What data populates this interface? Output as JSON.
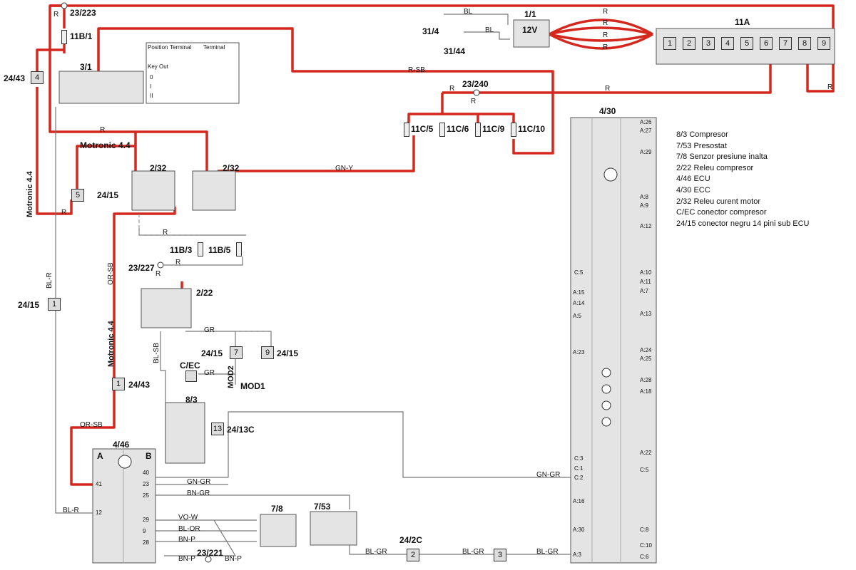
{
  "colors": {
    "wire_red": "#d4281e",
    "wire_gray": "#8a8a8a",
    "panel": "#e4e4e4"
  },
  "components": {
    "c_23_223": "23/223",
    "c_11b1": "11B/1",
    "c_3_1": "3/1",
    "c_24_43_top": "24/43",
    "c_24_43_pin": "4",
    "c_1_1": "1/1",
    "c_12v": "12V",
    "c_31_4": "31/4",
    "c_31_44": "31/44",
    "c_11a": "11A",
    "c_23_240": "23/240",
    "c_11c5": "11C/5",
    "c_11c6": "11C/6",
    "c_11c9": "11C/9",
    "c_11c10": "11C/10",
    "c_4_30": "4/30",
    "c_motronic_h": "Motronic 4.4",
    "c_2_32a": "2/32",
    "c_2_32b": "2/32",
    "c_24_15_mid": "24/15",
    "c_24_15_mid_pin": "5",
    "c_11b3": "11B/3",
    "c_11b5": "11B/5",
    "c_23_227": "23/227",
    "c_2_22": "2/22",
    "c_24_15_left": "24/15",
    "c_24_15_left_pin": "1",
    "c_24_15_a": "24/15",
    "c_24_15_a_pin": "7",
    "c_24_15_b": "24/15",
    "c_24_15_b_pin": "9",
    "c_cec": "C/EC",
    "c_mod2": "MOD2",
    "c_mod1": "MOD1",
    "c_24_43_low": "24/43",
    "c_24_43_low_pin": "1",
    "c_8_3": "8/3",
    "c_24_13c": "24/13C",
    "c_24_13c_pin": "13",
    "c_4_46": "4/46",
    "c_4_46_a": "A",
    "c_4_46_b": "B",
    "c_7_8": "7/8",
    "c_7_53": "7/53",
    "c_24_2c": "24/2C",
    "c_24_2c_pin": "2",
    "c_conn3": "3",
    "c_23_221": "23/221",
    "motronic_v1": "Motronic 4.4",
    "motronic_v2": "Motronic 4.4"
  },
  "wire_labels": {
    "r1": "R",
    "r2": "R",
    "r3": "R",
    "r4": "R",
    "r5": "R",
    "r6": "R",
    "r7": "R",
    "r8": "R",
    "r9": "R",
    "r10": "R",
    "r11": "R",
    "r12": "R",
    "r13": "R",
    "r14": "R",
    "bl1": "BL",
    "bl2": "BL",
    "rsb": "R-SB",
    "gny": "GN-Y",
    "blr_v": "BL-R",
    "orsb_v": "OR-SB",
    "orsb_h": "OR-SB",
    "gr1": "GR",
    "gr2": "GR",
    "blsb": "BL-SB",
    "gngr1": "GN-GR",
    "gngr2": "GN-GR",
    "bngr": "BN-GR",
    "blr_h": "BL-R",
    "vow": "VO-W",
    "blor": "BL-OR",
    "bnp1": "BN-P",
    "bnp2": "BN-P",
    "bnp3": "BN-P",
    "blgr1": "BL-GR",
    "blgr2": "BL-GR",
    "blgr3": "BL-GR"
  },
  "pins_11a": [
    "1",
    "2",
    "3",
    "4",
    "5",
    "6",
    "7",
    "8",
    "9"
  ],
  "ecc_pins_right": [
    "A:26",
    "A:27",
    "A:29",
    "A:8",
    "A:9",
    "A:12",
    "A:10",
    "A:11",
    "A:7",
    "A:13",
    "A:24",
    "A:25",
    "A:28",
    "A:18",
    "A:22",
    "C:5",
    "C:6",
    "C:10",
    "C:8"
  ],
  "ecc_pins_left": [
    "C:5",
    "A:15",
    "A:14",
    "A:5",
    "A:23",
    "C:3",
    "C:1",
    "C:2",
    "A:16",
    "A:30",
    "A:3"
  ],
  "ecm_pins_b": [
    "40",
    "23",
    "25",
    "29",
    "9",
    "28"
  ],
  "ecm_pins_a": [
    "41",
    "12"
  ],
  "table_3_1": {
    "h_position": "Position",
    "h_terminal1": "Terminal",
    "h_terminal2": "Terminal",
    "row_keyout": "Key Out",
    "row_0": "0",
    "row_1": "I",
    "row_2": "II"
  },
  "legend": [
    "8/3 Compresor",
    "7/53 Presostat",
    "7/8 Senzor presiune inalta",
    "2/22 Releu compresor",
    "4/46 ECU",
    "4/30 ECC",
    "2/32 Releu curent motor",
    "C/EC conector compresor",
    "24/15 conector negru 14 pini sub ECU"
  ]
}
